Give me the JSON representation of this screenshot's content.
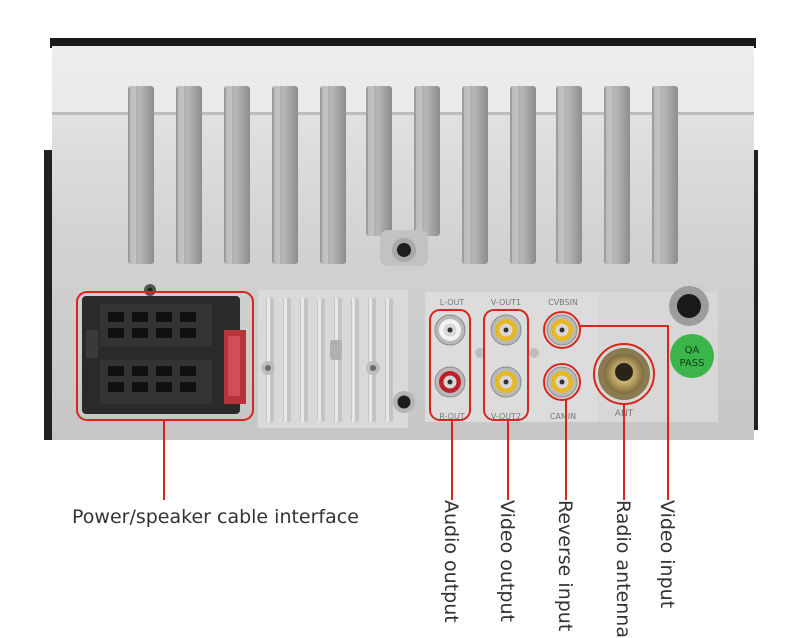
{
  "panel_labels": {
    "audio_top": "L-OUT",
    "audio_bottom": "R-OUT",
    "video_top": "V-OUT1",
    "video_bottom": "V-OUT2",
    "cvbs_top": "CVBSIN",
    "cvbs_bottom": "CAMIN",
    "antenna": "ANT",
    "qa_sticker_line1": "QA",
    "qa_sticker_line2": "PASS"
  },
  "callouts": {
    "power": "Power/speaker cable interface",
    "audio": "Audio output",
    "video_out": "Video output",
    "reverse": "Reverse input",
    "radio": "Radio antenna",
    "video_in": "Video input"
  },
  "colors": {
    "callout_red": "#d8261f",
    "sticker_green": "#3bb54a",
    "rca_yellow": "#e8b820",
    "rca_red": "#c0202a",
    "rca_white": "#f2f2f2"
  }
}
